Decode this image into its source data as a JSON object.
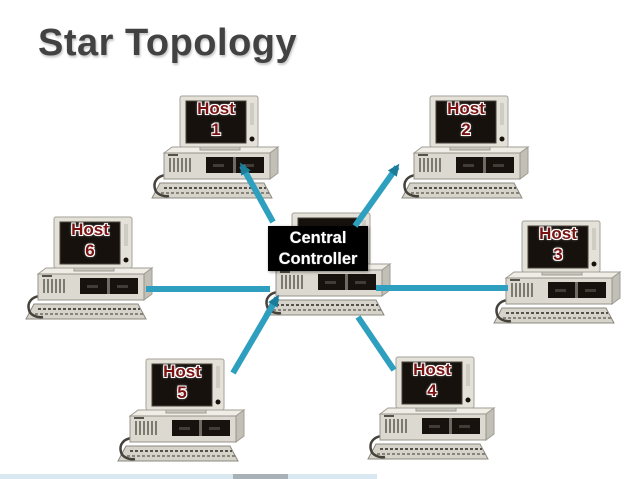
{
  "title": "Star Topology",
  "central": {
    "line1": "Central",
    "line2": "Controller"
  },
  "hosts": [
    {
      "id": "host1",
      "line1": "Host",
      "line2": "1"
    },
    {
      "id": "host2",
      "line1": "Host",
      "line2": "2"
    },
    {
      "id": "host3",
      "line1": "Host",
      "line2": "3"
    },
    {
      "id": "host4",
      "line1": "Host",
      "line2": "4"
    },
    {
      "id": "host5",
      "line1": "Host",
      "line2": "5"
    },
    {
      "id": "host6",
      "line1": "Host",
      "line2": "6"
    }
  ],
  "connections": [
    {
      "from": "central",
      "to": "host1",
      "arrow": "to"
    },
    {
      "from": "central",
      "to": "host2",
      "arrow": "to"
    },
    {
      "from": "central",
      "to": "host3",
      "arrow": "none"
    },
    {
      "from": "central",
      "to": "host4",
      "arrow": "none"
    },
    {
      "from": "host5",
      "to": "central",
      "arrow": "to"
    },
    {
      "from": "central",
      "to": "host6",
      "arrow": "none"
    }
  ],
  "colors": {
    "background": "#FFFFFF",
    "title_text": "#424242",
    "line": "#2E9FBE",
    "arrow": "#1B7D99",
    "host_label_text": "#7A1212",
    "central_label_bg": "#000000",
    "central_label_text": "#FFFFFF",
    "footer_bar": "#D9E8F0",
    "footer_bar_accent": "#A8B1B8"
  }
}
